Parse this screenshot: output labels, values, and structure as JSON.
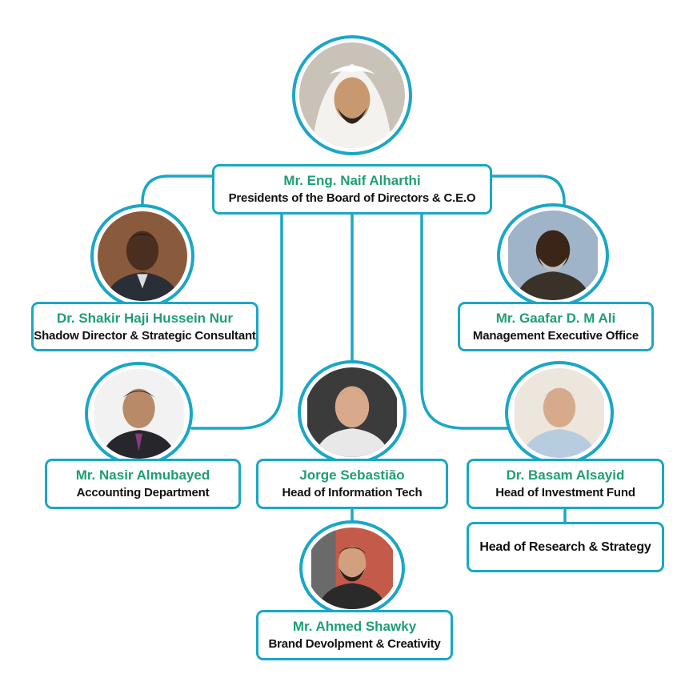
{
  "colors": {
    "accent_line": "#1aa7c6",
    "name_text": "#1e9e74",
    "title_text": "#111111",
    "background": "#ffffff"
  },
  "nodes": {
    "ceo": {
      "name": "Mr. Eng. Naif Alharthi",
      "title": "Presidents of the Board of Directors & C.E.O",
      "photo": "headshot-man-white-ghutra"
    },
    "shakir": {
      "name": "Dr. Shakir Haji Hussein Nur",
      "title": "Shadow Director & Strategic Consultant",
      "photo": "headshot-man-dark-suit"
    },
    "gaafar": {
      "name": "Mr. Gaafar D. M Ali",
      "title": "Management Executive Office",
      "photo": "headshot-man-grey-beard"
    },
    "nasir": {
      "name": "Mr. Nasir Almubayed",
      "title": "Accounting Department",
      "photo": "headshot-man-smiling-suit"
    },
    "jorge": {
      "name": "Jorge Sebastião",
      "title": "Head of Information Tech",
      "photo": "headshot-man-short-hair"
    },
    "basam": {
      "name": "Dr. Basam Alsayid",
      "title": "Head of Investment Fund",
      "photo": "headshot-man-grey-hair"
    },
    "research": {
      "title": "Head of Research & Strategy"
    },
    "ahmed": {
      "name": "Mr. Ahmed Shawky",
      "title": "Brand Devolpment & Creativity",
      "photo": "headshot-man-beard-glasses"
    }
  }
}
